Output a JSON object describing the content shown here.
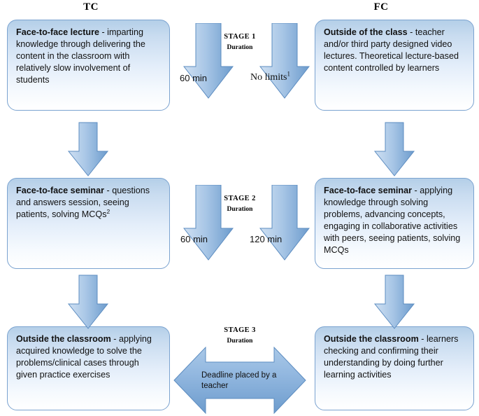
{
  "columns": {
    "left_header": "TC",
    "right_header": "FC"
  },
  "colors": {
    "box_fill_top": "#b4cfe8",
    "box_fill_bottom": "#ffffff",
    "box_border": "#7ba3d0",
    "arrow_fill_light": "#bcd4ec",
    "arrow_fill_dark": "#6f9fd0",
    "arrow_border": "#5c8cc0",
    "text": "#111111",
    "background": "#ffffff"
  },
  "boxes": {
    "tc_stage1": {
      "title": "Face-to-face lecture",
      "body": " - imparting knowledge through delivering the content in the classroom with relatively slow involvement of students"
    },
    "fc_stage1": {
      "title": "Outside of the class",
      "body": " - teacher and/or third party designed video lectures. Theoretical lecture-based content controlled by learners"
    },
    "tc_stage2": {
      "title": "Face-to-face seminar",
      "body": " - questions and answers session, seeing patients, solving MCQs",
      "superscript": "2"
    },
    "fc_stage2": {
      "title": "Face-to-face seminar",
      "body": " - applying knowledge through solving problems, advancing concepts, engaging in collaborative activities with peers, seeing patients, solving MCQs"
    },
    "tc_stage3": {
      "title": "Outside the classroom",
      "body": " - applying acquired knowledge to solve the problems/clinical cases through given practice exercises"
    },
    "fc_stage3": {
      "title": "Outside the classroom",
      "body": " - learners checking and confirming their understanding by doing further learning activities"
    }
  },
  "stages": [
    {
      "id": "stage1",
      "name": "STAGE 1",
      "subtitle": "Duration",
      "left_duration": "60 min",
      "right_duration": "No limits",
      "right_duration_superscript": "1"
    },
    {
      "id": "stage2",
      "name": "STAGE 2",
      "subtitle": "Duration",
      "left_duration": "60 min",
      "right_duration": "120 min"
    },
    {
      "id": "stage3",
      "name": "STAGE 3",
      "subtitle": "Duration",
      "caption": "Deadline placed by a teacher"
    }
  ]
}
